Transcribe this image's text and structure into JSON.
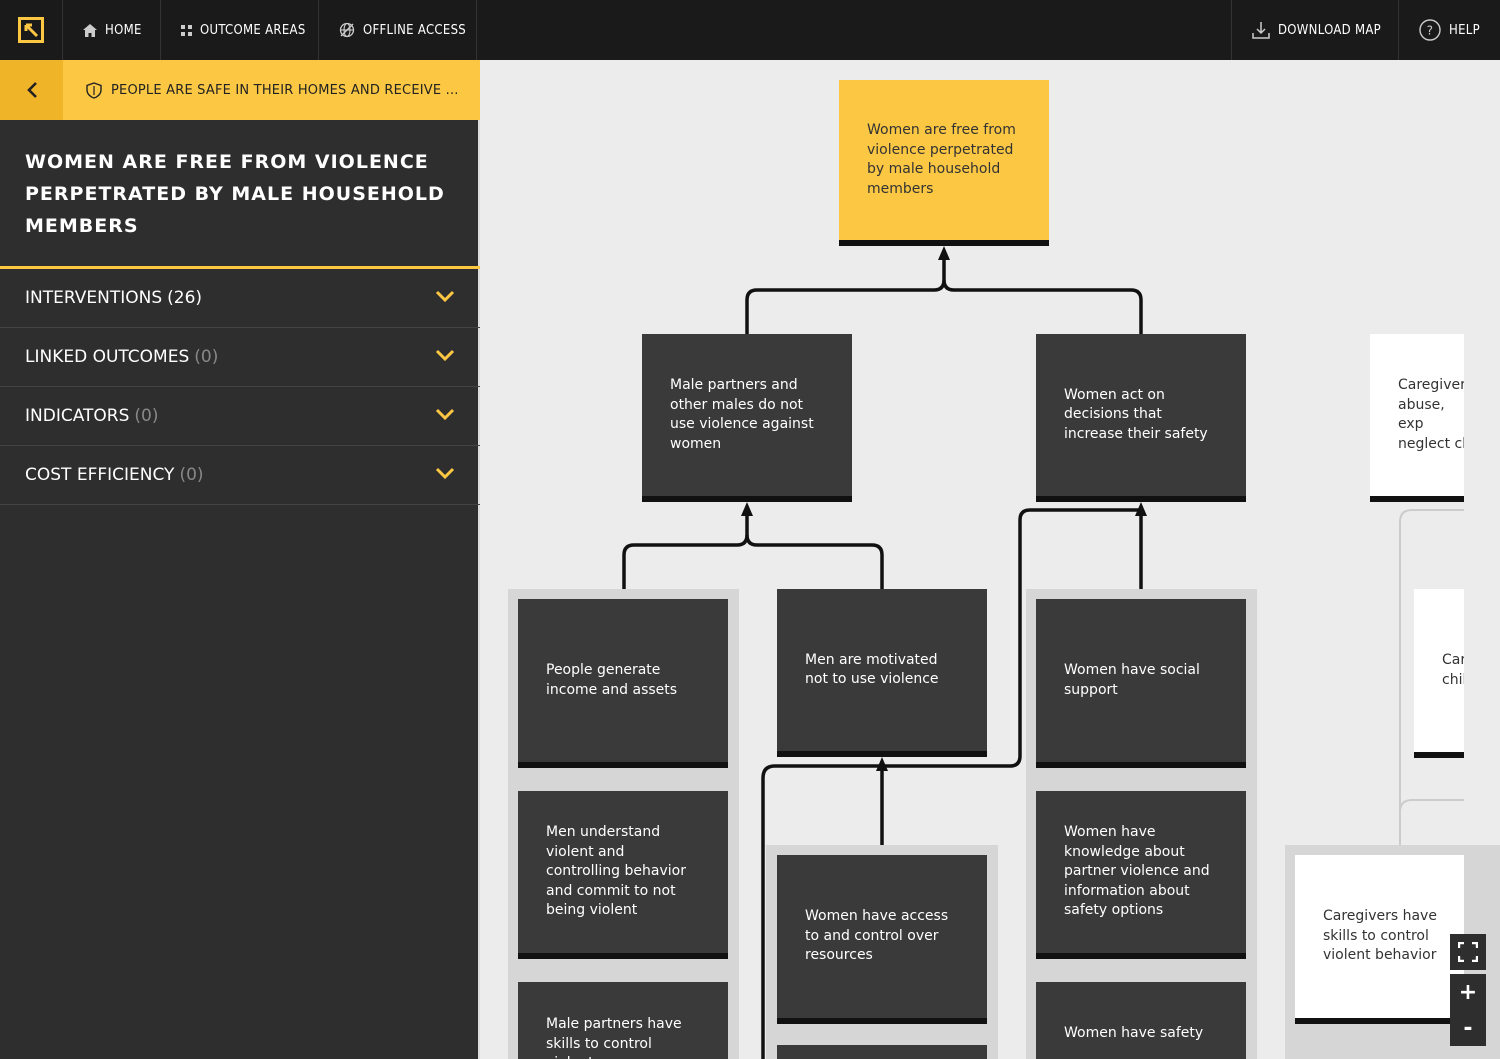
{
  "nav": {
    "home": "HOME",
    "outcome_areas": "OUTCOME AREAS",
    "offline_access": "OFFLINE ACCESS",
    "download_map": "DOWNLOAD MAP",
    "help": "HELP"
  },
  "breadcrumb": {
    "text": "PEOPLE ARE SAFE IN THEIR HOMES AND RECEIVE ..."
  },
  "sidebar": {
    "title": "WOMEN ARE FREE FROM VIOLENCE PERPETRATED BY MALE HOUSEHOLD MEMBERS",
    "sections": [
      {
        "label": "INTERVENTIONS",
        "count": "(26)"
      },
      {
        "label": "LINKED OUTCOMES",
        "count": "(0)"
      },
      {
        "label": "INDICATORS",
        "count": "(0)"
      },
      {
        "label": "COST EFFICIENCY",
        "count": "(0)"
      }
    ]
  },
  "map": {
    "nodes": {
      "top": "Women are free from violence perpetrated by male household members",
      "male_partners": "Male partners and other males do not use violence against women",
      "women_act": "Women act on decisions that increase their safety",
      "caregivers_top": "Caregivers abuse, exp neglect ch",
      "income": "People generate income and assets",
      "motivated": "Men are motivated not to use violence",
      "social_support": "Women have social support",
      "car_chil": "Car chil",
      "men_understand": "Men understand violent and controlling behavior and commit to not being violent",
      "access_resources": "Women have access to and control over resources",
      "knowledge": "Women have knowledge about partner violence and information about safety options",
      "caregivers_skills": "Caregivers have skills to control violent behavior",
      "male_skills": "Male partners have skills to control violent",
      "safety": "Women have safety"
    },
    "zoom": {
      "fullscreen": "⛶",
      "in": "+",
      "out": "-"
    }
  },
  "colors": {
    "accent": "#fcc844",
    "topbar": "#1a1a1a",
    "sidebar": "#2e2e2e",
    "node": "#3a3a3a"
  }
}
